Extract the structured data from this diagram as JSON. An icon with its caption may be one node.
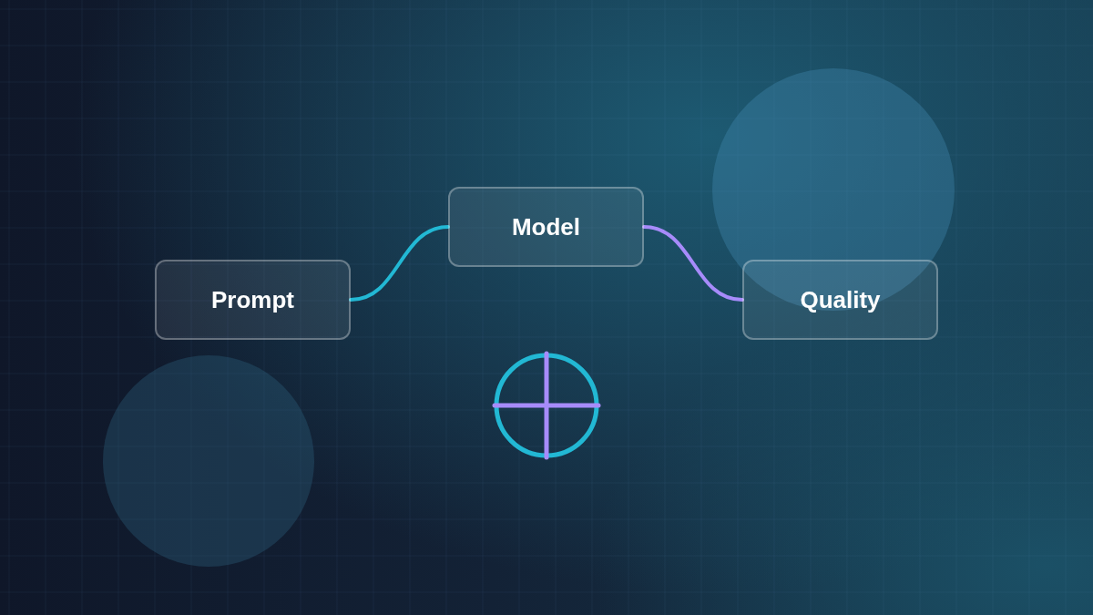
{
  "diagram": {
    "nodes": [
      {
        "text": [
          "Prompt"
        ]
      },
      {
        "text": [
          "Model"
        ]
      },
      {
        "text": [
          "Quality"
        ]
      }
    ],
    "edges": [
      {
        "from": 0,
        "to": 1,
        "arrow": "none",
        "color": "#22b8d4"
      },
      {
        "from": 1,
        "to": 2,
        "arrow": "none",
        "color": "#a78bfa"
      }
    ]
  }
}
